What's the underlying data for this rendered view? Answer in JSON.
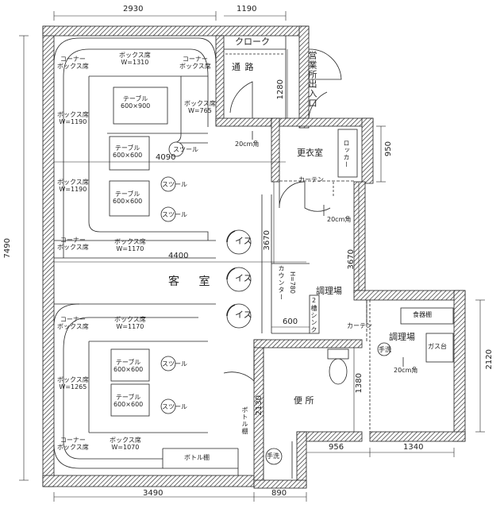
{
  "dimensions": {
    "top_left": "2930",
    "top_right": "1190",
    "left_total": "7490",
    "bottom_left": "3490",
    "bottom_mid": "890",
    "bottom_956": "956",
    "bottom_1340": "1340",
    "right_950": "950",
    "right_2120": "2120",
    "inner_4090": "4090",
    "inner_4400": "4400",
    "inner_3670a": "3670",
    "inner_3670b": "3670",
    "inner_1280": "1280",
    "inner_600": "600",
    "inner_2130": "2130",
    "inner_1380": "1380"
  },
  "rooms": {
    "cloak": "クローク",
    "corridor": "通 路",
    "entrance": "営業所出入口",
    "dressing": "更衣室",
    "locker": "ロッカー",
    "curtain1": "カーテン",
    "curtain2": "カーテン",
    "guest_room": "客 室",
    "kitchen1": "調理場",
    "kitchen2": "調理場",
    "counter": "カウンター",
    "counter_h": "H=780",
    "toilet": "便 所",
    "tableware": "食器棚",
    "gas": "ガス台",
    "bottle1": "ボトル棚",
    "bottle2": "ボトル棚",
    "sink2": "2槽シンク",
    "handwash1": "手洗",
    "handwash2": "手洗",
    "duct1": "20cm角",
    "duct2": "20cm角",
    "duct3": "20cm角"
  },
  "booths": {
    "corner_tl": [
      "コーナー",
      "ボックス席"
    ],
    "box_top": [
      "ボックス席",
      "W=1310"
    ],
    "corner_tr": [
      "コーナー",
      "ボックス席"
    ],
    "box_765": [
      "ボックス席",
      "W=765"
    ],
    "box_1190a": [
      "ボックス席",
      "W=1190"
    ],
    "box_1190b": [
      "ボックス席",
      "W=1190"
    ],
    "corner_ml": [
      "コーナー",
      "ボックス席"
    ],
    "box_1170a": [
      "ボックス席",
      "W=1170"
    ],
    "corner_bl1": [
      "コーナー",
      "ボックス席"
    ],
    "box_1170b": [
      "ボックス席",
      "W=1170"
    ],
    "box_1265": [
      "ボックス席",
      "W=1265"
    ],
    "corner_bl2": [
      "コーナー",
      "ボックス席"
    ],
    "box_1070": [
      "ボックス席",
      "W=1070"
    ]
  },
  "tables": {
    "t1": [
      "テーブル",
      "600×900"
    ],
    "t2": [
      "テーブル",
      "600×600"
    ],
    "t3": [
      "テーブル",
      "600×600"
    ],
    "t4": [
      "テーブル",
      "600×600"
    ],
    "t5": [
      "テーブル",
      "600×600"
    ]
  },
  "stools": [
    "スツール",
    "スツール",
    "スツール",
    "スツール",
    "スツール"
  ],
  "chairs": [
    "イス",
    "イス",
    "イス"
  ]
}
